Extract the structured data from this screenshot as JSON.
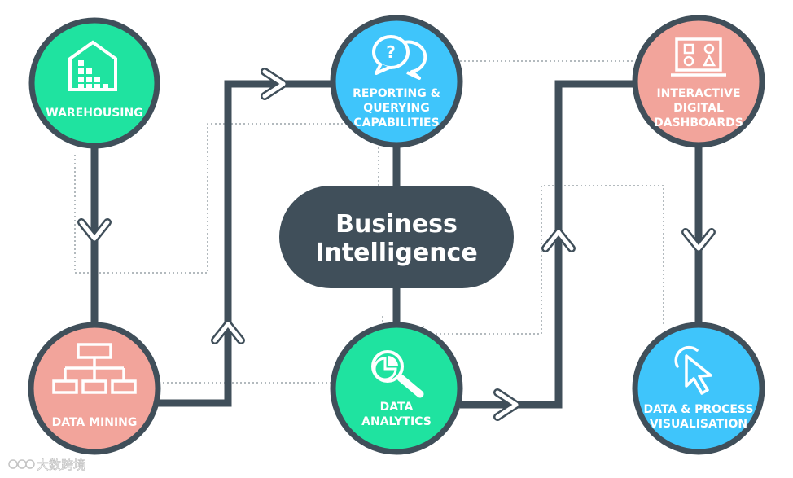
{
  "center": {
    "line1": "Business",
    "line2": "Intelligence"
  },
  "nodes": {
    "warehousing": {
      "line1": "WAREHOUSING"
    },
    "reporting": {
      "line1": "REPORTING &",
      "line2": "QUERYING",
      "line3": "CAPABILITIES"
    },
    "dashboards": {
      "line1": "INTERACTIVE",
      "line2": "DIGITAL",
      "line3": "DASHBOARDS"
    },
    "data_mining": {
      "line1": "DATA MINING"
    },
    "data_analytics": {
      "line1": "DATA",
      "line2": "ANALYTICS"
    },
    "visualisation": {
      "line1": "DATA & PROCESS",
      "line2": "VISUALISATION"
    }
  },
  "icons": {
    "warehousing": "warehouse-icon",
    "reporting": "speech-bubbles-question-icon",
    "dashboards": "dashboard-screen-icon",
    "data_mining": "org-chart-icon",
    "data_analytics": "magnifier-chart-icon",
    "visualisation": "cursor-click-icon"
  },
  "colors": {
    "green": "#1fe3a0",
    "blue": "#3fc5fb",
    "pink": "#f2a49b",
    "dark": "#404f5a"
  },
  "watermark": {
    "text": "大数跨境"
  }
}
